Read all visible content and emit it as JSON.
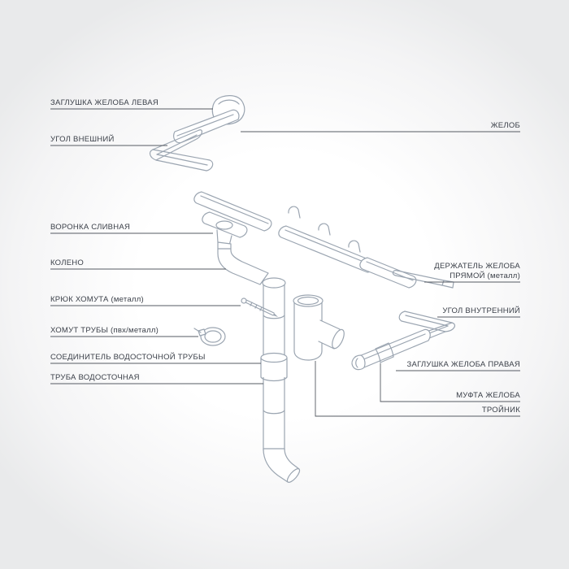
{
  "diagram": {
    "subject": "Схема элементов водосточной системы",
    "colors": {
      "artwork_stroke": "#9ba5b1",
      "leader_line": "#565b63",
      "label_text": "#3a3f48",
      "background_center": "#ffffff",
      "background_edge": "#e9eaeb"
    }
  },
  "labels": {
    "left": [
      {
        "id": "gutter-endcap-left",
        "text": "ЗАГЛУШКА ЖЕЛОБА ЛЕВАЯ"
      },
      {
        "id": "outer-corner",
        "text": "УГОЛ ВНЕШНИЙ"
      },
      {
        "id": "drain-funnel",
        "text": "ВОРОНКА СЛИВНАЯ"
      },
      {
        "id": "elbow",
        "text": "КОЛЕНО"
      },
      {
        "id": "clamp-hook-metal",
        "text": "КРЮК ХОМУТА (металл)"
      },
      {
        "id": "pipe-clamp",
        "text": "ХОМУТ ТРУБЫ (пвх/металл)"
      },
      {
        "id": "downpipe-connector",
        "text": "СОЕДИНИТЕЛЬ ВОДОСТОЧНОЙ ТРУБЫ"
      },
      {
        "id": "downpipe",
        "text": "ТРУБА ВОДОСТОЧНАЯ"
      }
    ],
    "right": [
      {
        "id": "gutter",
        "text": "ЖЕЛОБ"
      },
      {
        "id": "gutter-holder-straight-metal",
        "text": "ДЕРЖАТЕЛЬ ЖЕЛОБА\nПРЯМОЙ (металл)"
      },
      {
        "id": "inner-corner",
        "text": "УГОЛ ВНУТРЕННИЙ"
      },
      {
        "id": "gutter-endcap-right",
        "text": "ЗАГЛУШКА ЖЕЛОБА ПРАВАЯ"
      },
      {
        "id": "gutter-coupling",
        "text": "МУФТА ЖЕЛОБА"
      },
      {
        "id": "tee",
        "text": "ТРОЙНИК"
      }
    ]
  }
}
